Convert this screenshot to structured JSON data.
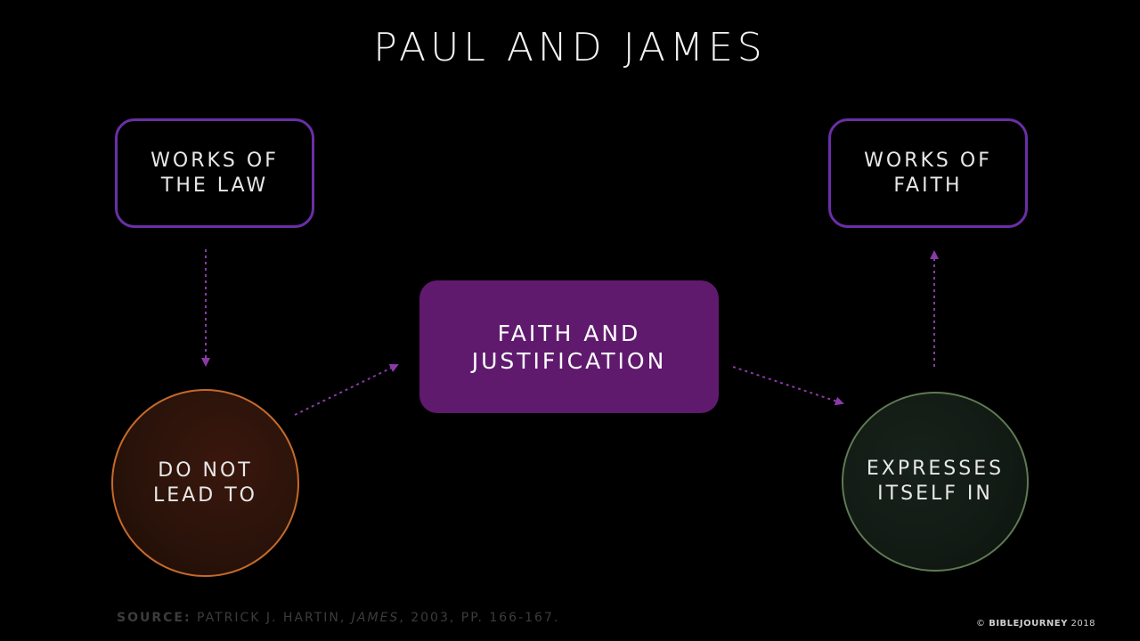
{
  "title": "PAUL AND JAMES",
  "nodes": {
    "works_of_law": {
      "line1": "WORKS OF",
      "line2": "THE LAW"
    },
    "do_not_lead_to": {
      "line1": "DO NOT",
      "line2": "LEAD TO"
    },
    "faith_and_justification": {
      "line1": "FAITH AND",
      "line2": "JUSTIFICATION"
    },
    "expresses_itself_in": {
      "line1": "EXPRESSES",
      "line2": "ITSELF IN"
    },
    "works_of_faith": {
      "line1": "WORKS OF",
      "line2": "FAITH"
    }
  },
  "source": {
    "label": "SOURCE:",
    "author": "PATRICK J. HARTIN,",
    "book": "JAMES",
    "details": ", 2003, PP. 166-167."
  },
  "copyright": {
    "symbol": "©",
    "brand": "BIBLEJOURNEY",
    "year": "2018"
  },
  "colors": {
    "accent": "#6a2fa6",
    "center_fill": "#5f1a6d",
    "arrow": "#8a3aa8",
    "left_circle_ring": "#c56a2a",
    "right_circle_ring": "#5e7a52"
  }
}
